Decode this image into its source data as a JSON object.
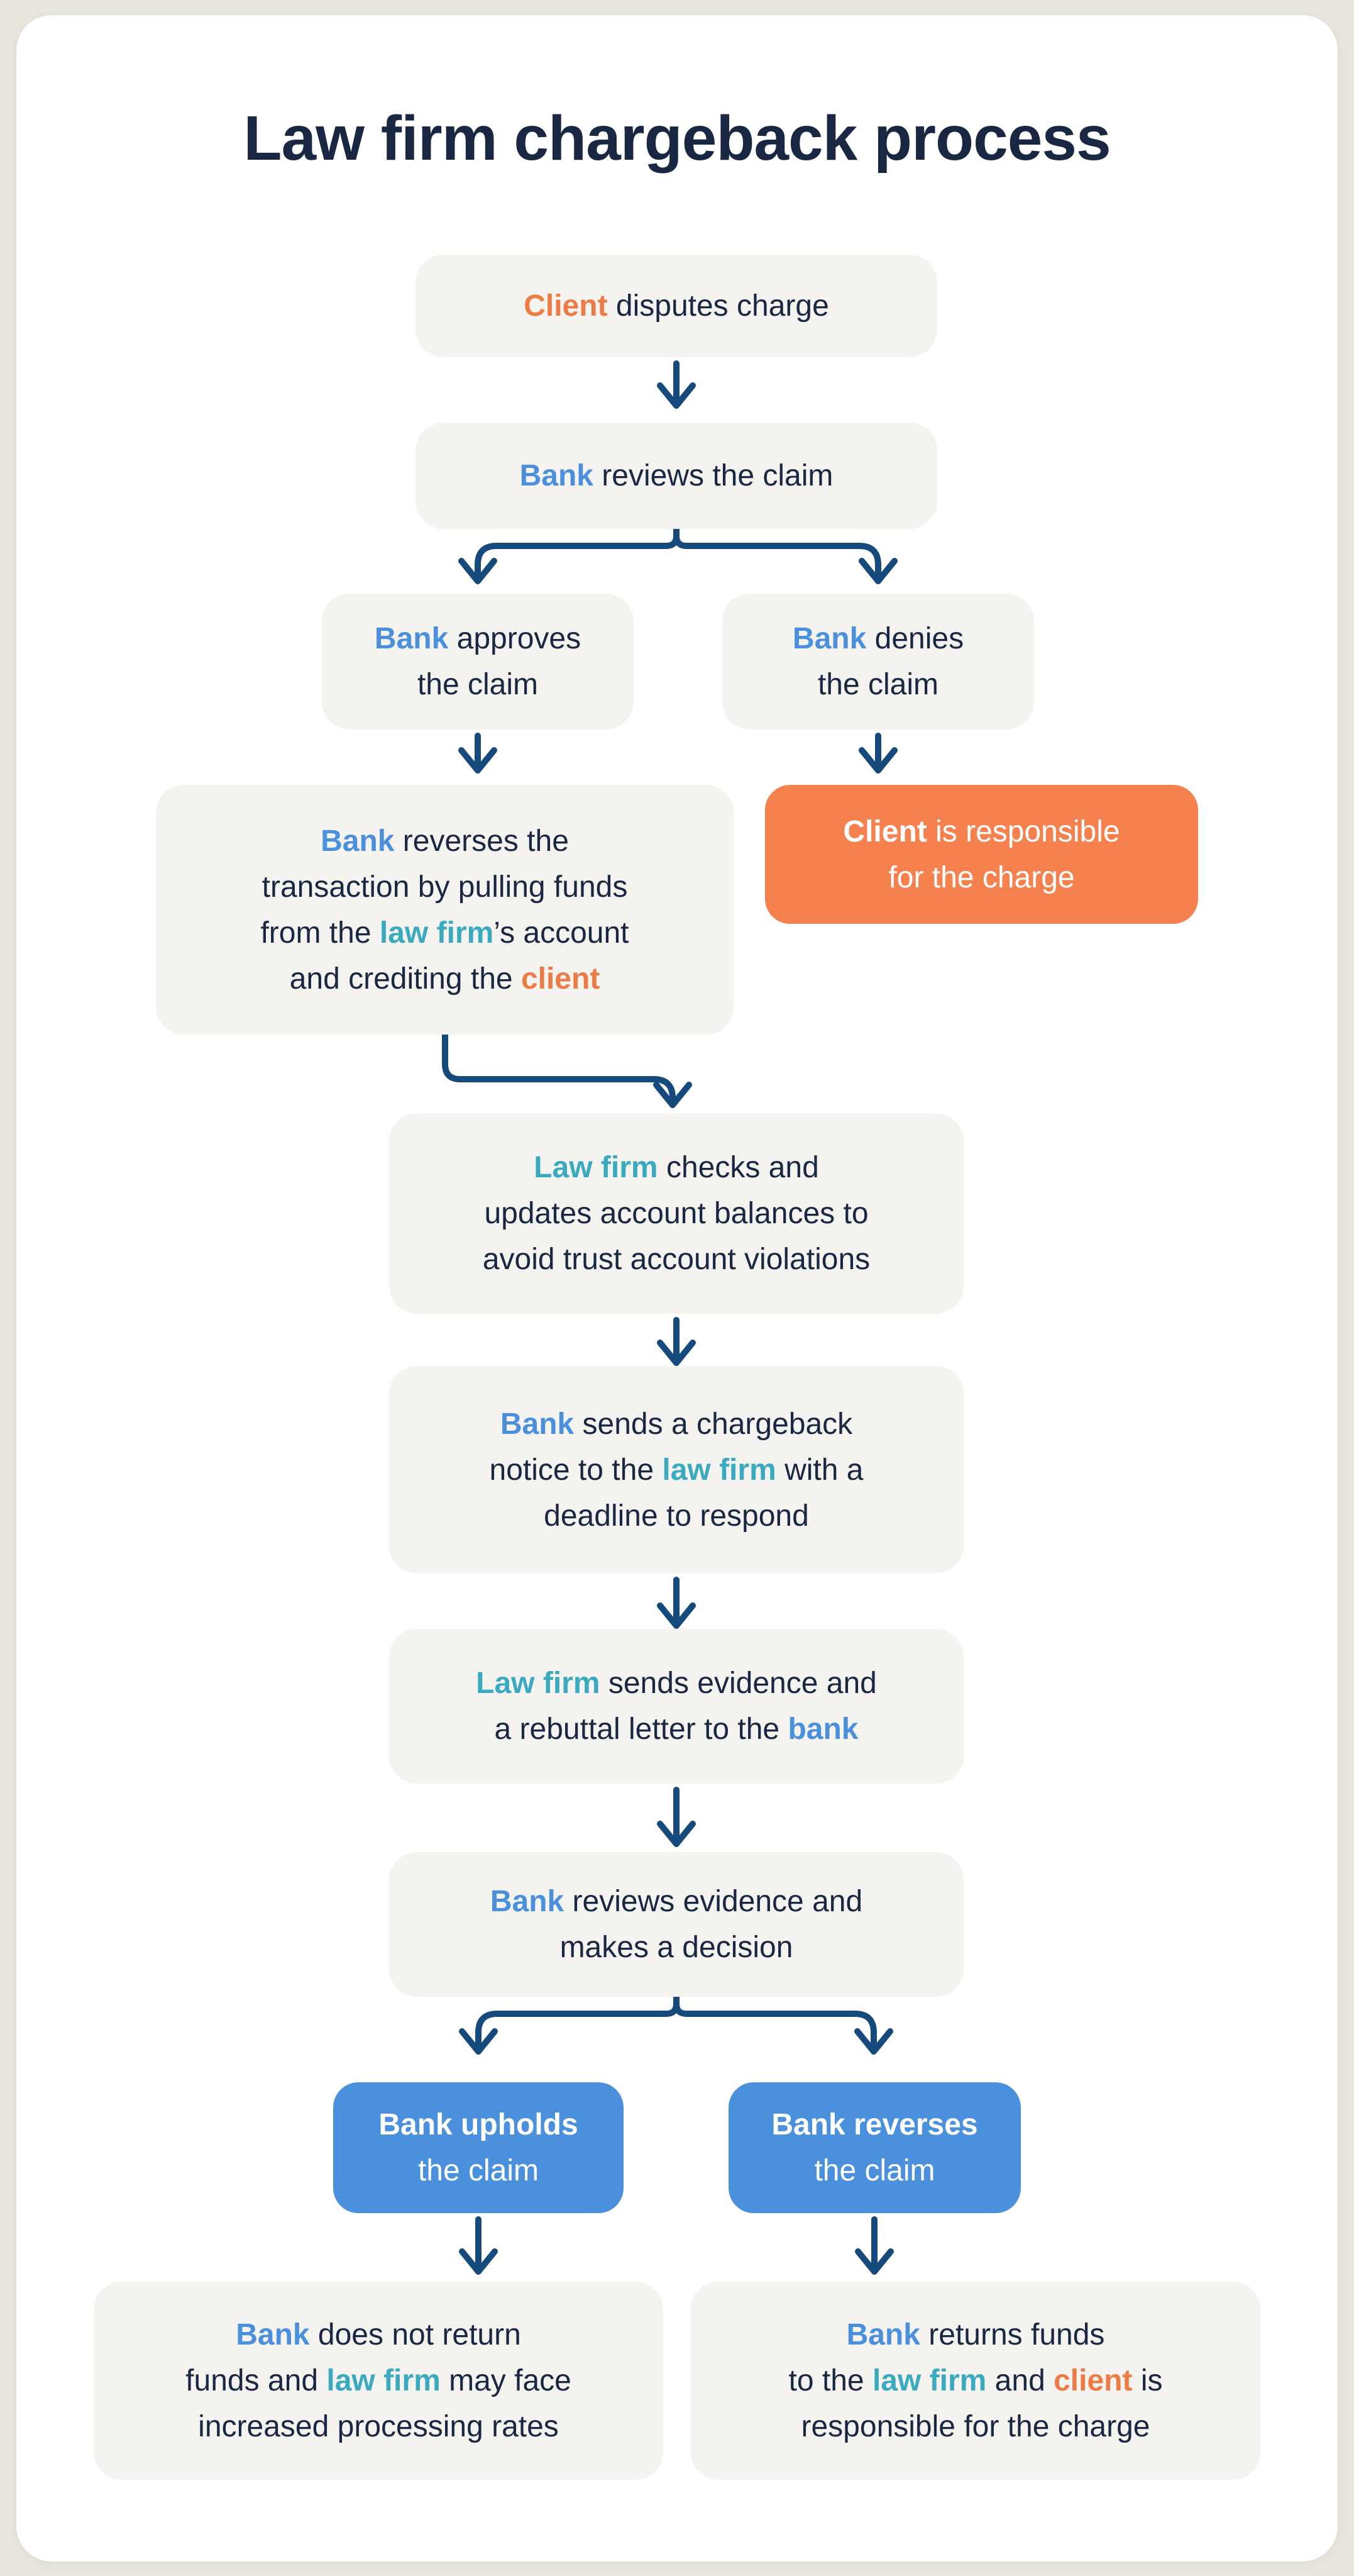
{
  "page": {
    "title": "Law firm chargeback process"
  },
  "colors": {
    "page_bg": "#e8e5dd",
    "card_bg": "#ffffff",
    "gray_box": "#f4f3f0",
    "orange_box": "#f5824e",
    "blue_box": "#4a90dd",
    "navy": "#192742",
    "blue": "#4a90dc",
    "teal": "#3aaabf",
    "orange": "#ee7b43",
    "arrow": "#164a7d"
  },
  "nodes": [
    {
      "name": "client-disputes-charge",
      "kind": "gray",
      "lines": [
        [
          {
            "t": "Client",
            "c": "orange",
            "b": true
          },
          {
            "t": " disputes charge"
          }
        ]
      ]
    },
    {
      "name": "bank-reviews-claim",
      "kind": "gray",
      "lines": [
        [
          {
            "t": "Bank",
            "c": "blue",
            "b": true
          },
          {
            "t": " reviews the claim"
          }
        ]
      ]
    },
    {
      "name": "bank-approves-claim",
      "kind": "gray",
      "lines": [
        [
          {
            "t": "Bank",
            "c": "blue",
            "b": true
          },
          {
            "t": " approves"
          }
        ],
        [
          {
            "t": "the claim"
          }
        ]
      ]
    },
    {
      "name": "bank-denies-claim",
      "kind": "gray",
      "lines": [
        [
          {
            "t": "Bank",
            "c": "blue",
            "b": true
          },
          {
            "t": " denies"
          }
        ],
        [
          {
            "t": "the claim"
          }
        ]
      ]
    },
    {
      "name": "bank-reverses-transaction",
      "kind": "gray",
      "lines": [
        [
          {
            "t": "Bank",
            "c": "blue",
            "b": true
          },
          {
            "t": " reverses the"
          }
        ],
        [
          {
            "t": "transaction by pulling funds"
          }
        ],
        [
          {
            "t": "from the "
          },
          {
            "t": "law firm",
            "c": "teal",
            "b": true
          },
          {
            "t": "’s account"
          }
        ],
        [
          {
            "t": "and crediting the "
          },
          {
            "t": "client",
            "c": "orange",
            "b": true
          }
        ]
      ]
    },
    {
      "name": "client-responsible-for-charge",
      "kind": "orange",
      "lines": [
        [
          {
            "t": "Client",
            "b": true
          },
          {
            "t": " is responsible"
          }
        ],
        [
          {
            "t": "for the charge"
          }
        ]
      ]
    },
    {
      "name": "law-firm-checks-balances",
      "kind": "gray",
      "lines": [
        [
          {
            "t": "Law firm",
            "c": "teal",
            "b": true
          },
          {
            "t": " checks and"
          }
        ],
        [
          {
            "t": "updates account balances to"
          }
        ],
        [
          {
            "t": "avoid trust account violations"
          }
        ]
      ]
    },
    {
      "name": "bank-sends-chargeback-notice",
      "kind": "gray",
      "lines": [
        [
          {
            "t": "Bank",
            "c": "blue",
            "b": true
          },
          {
            "t": " sends a chargeback"
          }
        ],
        [
          {
            "t": "notice to the "
          },
          {
            "t": "law firm",
            "c": "teal",
            "b": true
          },
          {
            "t": " with a"
          }
        ],
        [
          {
            "t": "deadline to respond"
          }
        ]
      ]
    },
    {
      "name": "law-firm-sends-evidence",
      "kind": "gray",
      "lines": [
        [
          {
            "t": "Law firm",
            "c": "teal",
            "b": true
          },
          {
            "t": " sends evidence and"
          }
        ],
        [
          {
            "t": "a rebuttal letter to the "
          },
          {
            "t": "bank",
            "c": "blue",
            "b": true
          }
        ]
      ]
    },
    {
      "name": "bank-reviews-evidence",
      "kind": "gray",
      "lines": [
        [
          {
            "t": "Bank",
            "c": "blue",
            "b": true
          },
          {
            "t": " reviews evidence and"
          }
        ],
        [
          {
            "t": "makes a decision"
          }
        ]
      ]
    },
    {
      "name": "bank-upholds-claim",
      "kind": "blue",
      "lines": [
        [
          {
            "t": "Bank upholds",
            "b": true
          }
        ],
        [
          {
            "t": "the claim"
          }
        ]
      ]
    },
    {
      "name": "bank-reverses-claim",
      "kind": "blue",
      "lines": [
        [
          {
            "t": "Bank reverses",
            "b": true
          }
        ],
        [
          {
            "t": "the claim"
          }
        ]
      ]
    },
    {
      "name": "bank-does-not-return-funds",
      "kind": "gray",
      "lines": [
        [
          {
            "t": "Bank",
            "c": "blue",
            "b": true
          },
          {
            "t": " does not return"
          }
        ],
        [
          {
            "t": "funds and "
          },
          {
            "t": "law firm",
            "c": "teal",
            "b": true
          },
          {
            "t": " may face"
          }
        ],
        [
          {
            "t": "increased processing rates"
          }
        ]
      ]
    },
    {
      "name": "bank-returns-funds",
      "kind": "gray",
      "lines": [
        [
          {
            "t": "Bank",
            "c": "blue",
            "b": true
          },
          {
            "t": " returns funds"
          }
        ],
        [
          {
            "t": "to the "
          },
          {
            "t": "law firm",
            "c": "teal",
            "b": true
          },
          {
            "t": " and "
          },
          {
            "t": "client",
            "c": "orange",
            "b": true
          },
          {
            "t": " is"
          }
        ],
        [
          {
            "t": "responsible for the charge"
          }
        ]
      ]
    }
  ]
}
